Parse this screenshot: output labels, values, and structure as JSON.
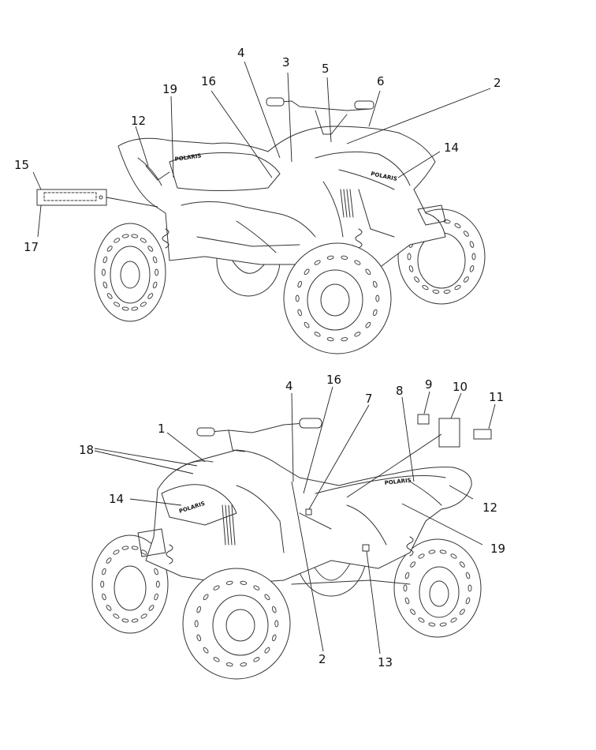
{
  "brand_logo": "POLARIS",
  "top_view": {
    "callouts": [
      "2",
      "3",
      "4",
      "5",
      "6",
      "12",
      "14",
      "15",
      "16",
      "17",
      "19"
    ]
  },
  "bottom_view": {
    "callouts": [
      "1",
      "2",
      "4",
      "7",
      "8",
      "9",
      "10",
      "11",
      "12",
      "13",
      "14",
      "16",
      "18",
      "19"
    ]
  }
}
